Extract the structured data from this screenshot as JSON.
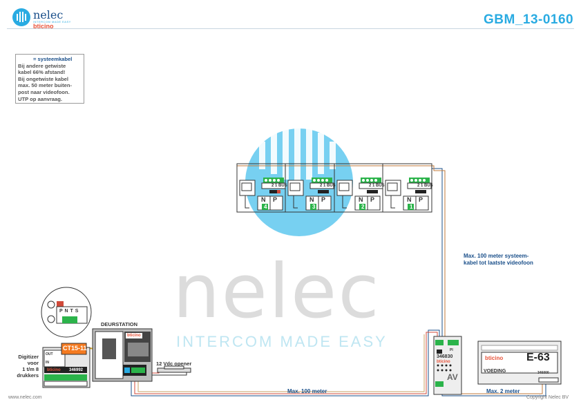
{
  "header": {
    "logo_name": "nelec",
    "logo_tagline": "INTERCOM MADE EASY",
    "logo_brand": "bticino",
    "doc_code": "GBM_13-0160"
  },
  "note": {
    "head": "= systeemkabel",
    "lines": [
      "Bij andere getwiste",
      "kabel 66% afstand!",
      "Bij ongetwiste kabel",
      "max. 50 meter buiten-",
      "post naar videofoon.",
      "UTP op aanvraag."
    ]
  },
  "watermark": {
    "name": "nelec",
    "tagline": "INTERCOM MADE EASY"
  },
  "videophones": [
    {
      "index": "4",
      "terminals": "2 1 BUS",
      "np": "N P"
    },
    {
      "index": "3",
      "terminals": "2 1 BUS",
      "np": "N P"
    },
    {
      "index": "2",
      "terminals": "2 1 BUS",
      "np": "N P"
    },
    {
      "index": "1",
      "terminals": "2 1 BUS",
      "np": "N P"
    }
  ],
  "labels": {
    "max100_system": "Max. 100 meter systeem-",
    "max100_system_2": "kabel tot laatste videofoon",
    "deurstation": "DEURSTATION",
    "digitizer_lines": [
      "Digitizer",
      "voor",
      "1 t/m 8",
      "drukkers"
    ],
    "ct": "CT15-11",
    "opener": "12 Vdc opener",
    "max100": "Max. 100 meter",
    "max2": "Max. 2 meter",
    "pnts": "P N T S",
    "model_346992": "346992",
    "model_346830": "346830",
    "av": "AV",
    "pi": "PI",
    "voeding": "VOEDING",
    "e63": "E-63",
    "model_346000": "346000",
    "bticino": "bticino",
    "out": "OUT",
    "in": "IN"
  },
  "footer": {
    "left": "www.nelec.com",
    "right": "Copyright Nelec BV"
  },
  "colors": {
    "accent": "#29abe2",
    "navy": "#1a4f8a",
    "brand_red": "#e8533a",
    "terminal_green": "#2bb34a",
    "ct_orange": "#f47a20"
  }
}
